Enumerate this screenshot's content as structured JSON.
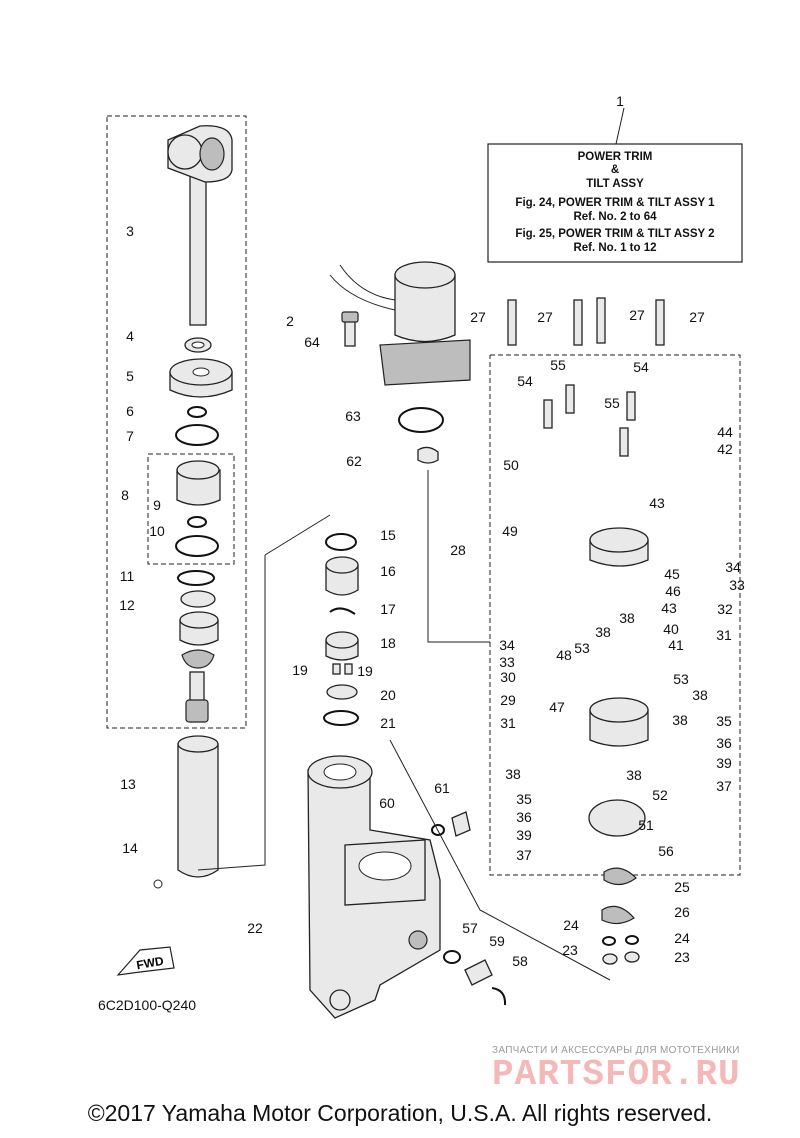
{
  "title_box": {
    "ref": "1",
    "lines": [
      "POWER TRIM",
      "&",
      "TILT ASSY",
      "Fig. 24, POWER TRIM & TILT ASSY 1",
      "Ref. No. 2 to 64",
      "Fig. 25, POWER TRIM & TILT ASSY 2",
      "Ref. No. 1 to 12"
    ]
  },
  "callouts": [
    "2",
    "3",
    "4",
    "5",
    "6",
    "7",
    "8",
    "9",
    "10",
    "11",
    "12",
    "13",
    "14",
    "15",
    "16",
    "17",
    "18",
    "19",
    "19",
    "20",
    "21",
    "22",
    "23",
    "23",
    "24",
    "24",
    "25",
    "26",
    "27",
    "27",
    "27",
    "27",
    "28",
    "29",
    "30",
    "31",
    "31",
    "32",
    "33",
    "33",
    "34",
    "34",
    "35",
    "35",
    "36",
    "36",
    "37",
    "37",
    "38",
    "38",
    "38",
    "38",
    "38",
    "38",
    "39",
    "39",
    "40",
    "41",
    "42",
    "43",
    "43",
    "44",
    "45",
    "46",
    "47",
    "48",
    "49",
    "50",
    "51",
    "52",
    "53",
    "53",
    "54",
    "54",
    "55",
    "55",
    "56",
    "57",
    "58",
    "59",
    "60",
    "61",
    "62",
    "63",
    "64"
  ],
  "fwd_label": "FWD",
  "diagram_code": "6C2D100-Q240",
  "watermark": {
    "subtitle": "ЗАПЧАСТИ И АКСЕССУАРЫ ДЛЯ МОТОТЕХНИКИ",
    "logo": "PARTSFOR.RU"
  },
  "copyright": "©2017 Yamaha Motor Corporation, U.S.A. All rights reserved."
}
